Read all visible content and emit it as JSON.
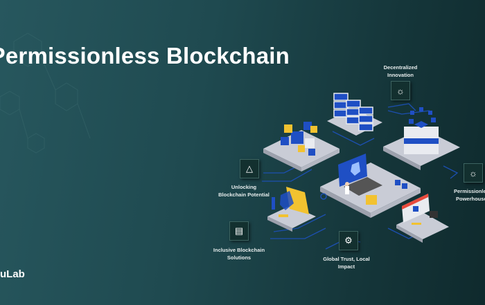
{
  "header": {
    "title": "Permissionless Blockchain"
  },
  "brand": {
    "name": "uLab"
  },
  "features": [
    {
      "label_line1": "Decentralized",
      "label_line2": "Innovation",
      "icon": "lightbulb-gear-icon"
    },
    {
      "label_line1": "Unlocking",
      "label_line2": "Blockchain Potential",
      "icon": "network-nodes-icon"
    },
    {
      "label_line1": "Inclusive Blockchain",
      "label_line2": "Solutions",
      "icon": "document-icon"
    },
    {
      "label_line1": "Global Trust, Local",
      "label_line2": "Impact",
      "icon": "gear-badge-icon"
    },
    {
      "label_line1": "Permissionless",
      "label_line2": "Powerhouse",
      "icon": "bulb-idea-icon"
    }
  ],
  "colors": {
    "accent_blue": "#1f4fc4",
    "accent_yellow": "#f2c230",
    "platform": "#c9ccd6",
    "circuit": "#1c4fb0"
  }
}
